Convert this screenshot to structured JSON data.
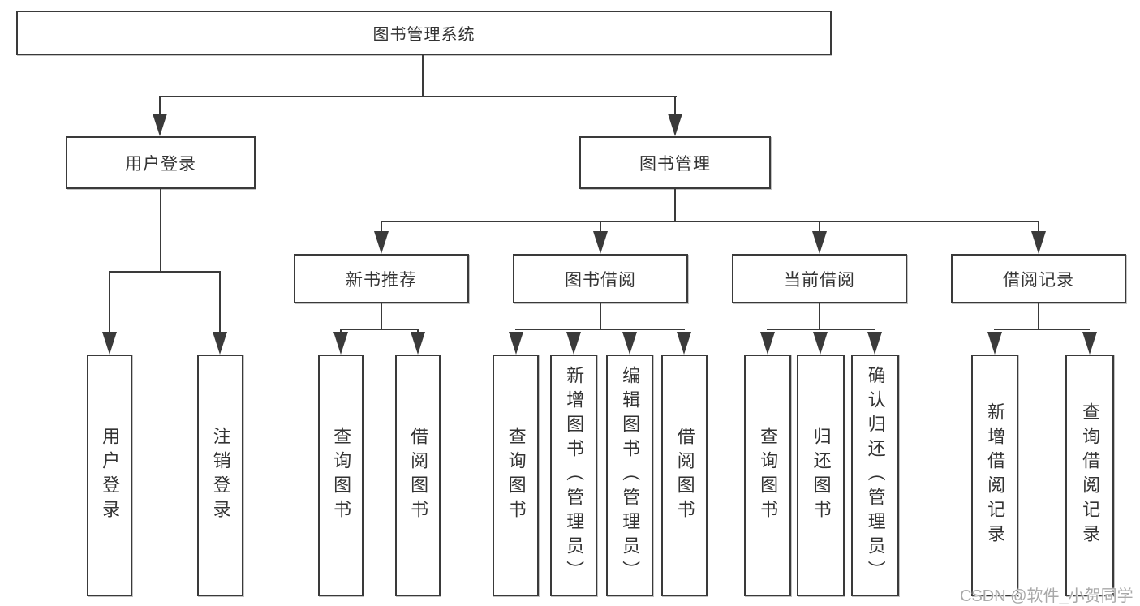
{
  "diagram": {
    "title": "图书管理系统",
    "level2": [
      "用户登录",
      "图书管理"
    ],
    "level3": [
      "新书推荐",
      "图书借阅",
      "当前借阅",
      "借阅记录"
    ],
    "leaves": {
      "user_login": [
        "用户登录",
        "注销登录"
      ],
      "new_book": [
        "查询图书",
        "借阅图书"
      ],
      "book_borrow": [
        "查询图书",
        "新增图书（管理员）",
        "编辑图书（管理员）",
        "借阅图书"
      ],
      "current_borrow": [
        "查询图书",
        "归还图书",
        "确认归还（管理员）"
      ],
      "borrow_record": [
        "新增借阅记录",
        "查询借阅记录"
      ]
    }
  },
  "watermark": "CSDN @软件_小贺同学",
  "colors": {
    "line": "#3a3a3a",
    "text": "#333333",
    "watermark": "#a9a9a9"
  }
}
